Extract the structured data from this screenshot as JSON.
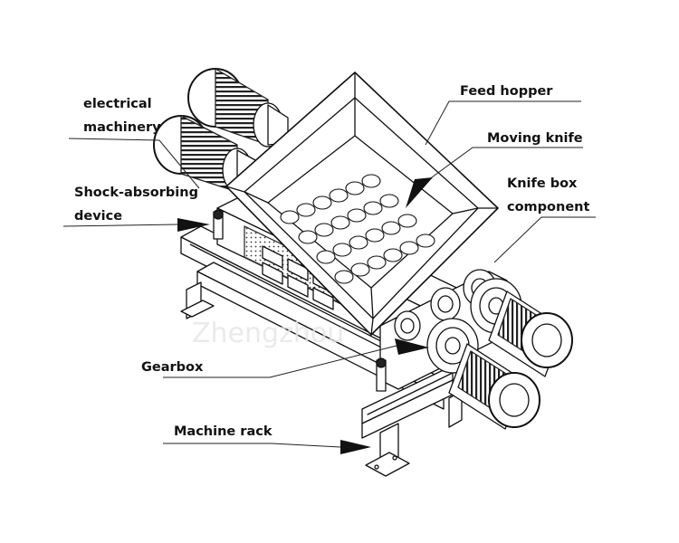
{
  "labels": {
    "electrical_machinery": [
      "electrical",
      "machinery"
    ],
    "shock_absorbing_device": [
      "Shock-absorbing",
      "device"
    ],
    "gearbox": "Gearbox",
    "machine_rack": "Machine rack",
    "feed_hopper": "Feed hopper",
    "moving_knife": "Moving knife",
    "knife_box_component": [
      "Knife box",
      "component"
    ]
  },
  "watermark": "Zhengzhou"
}
